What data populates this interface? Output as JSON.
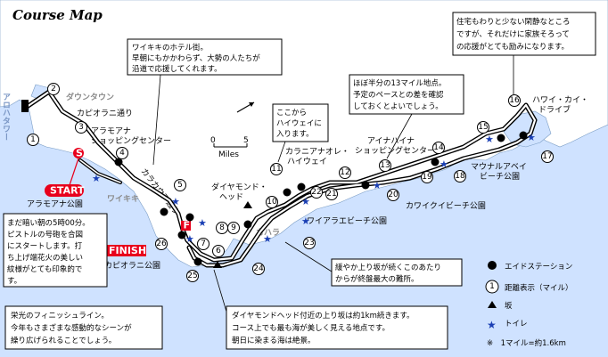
{
  "title": "Course Map",
  "scale": {
    "zero": "0",
    "five": "5",
    "unit": "Miles"
  },
  "places": {
    "aloha_tower": "アロハタワー",
    "downtown": "ダウンタウン",
    "kapiolani_st": "カピオラニ通り",
    "ala_moana_center": [
      "アラモアナ",
      "ショッピングセンター"
    ],
    "ala_moana_park": "アラモアナ公園",
    "waikiki": "ワイキキ",
    "kalakaua": "カラカウア通り",
    "kapiolani_park": "カピオラニ公園",
    "diamond_head": [
      "ダイヤモンド・",
      "ヘッド"
    ],
    "kahala": "カハラ",
    "wailae_park": "ワイアラエビーチ公園",
    "kalanianaole": [
      "カラニアナオレ・",
      "ハイウェイ"
    ],
    "aina_haina": [
      "アイナハイナ",
      "ショッピングセンター"
    ],
    "kawaikui": "カワイクイビーチ公園",
    "maunalua": [
      "マウナルアベイ",
      "ビーチ公園"
    ],
    "hawaii_kai": [
      "ハワイ・カイ・",
      "ドライブ"
    ]
  },
  "markers": {
    "start": "START",
    "finish": "FINISH",
    "s": "S",
    "f": "F"
  },
  "mile_markers": [
    "1",
    "2",
    "3",
    "4",
    "5",
    "6",
    "7",
    "8",
    "9",
    "10",
    "11",
    "12",
    "13",
    "14",
    "15",
    "16",
    "17",
    "18",
    "19",
    "20",
    "21",
    "22",
    "23",
    "24",
    "25",
    "26"
  ],
  "notes": {
    "hotel": [
      "ワイキキのホテル街。",
      "早朝にもかかわらず、大勢の人たちが",
      "沿道で応援してくれます。"
    ],
    "highway": [
      "ここから",
      "ハイウェイに",
      "入ります。"
    ],
    "halfway": [
      "ほぼ半分の13マイル地点。",
      "予定のペースとの差を確認",
      "しておくとよいでしょう。"
    ],
    "residential": [
      "住宅もわりと少ない閑静なところ",
      "ですが、それだけに家族そろって",
      "の応援がとても励みになります。"
    ],
    "start": [
      "まだ暗い朝の5時00分。",
      "ピストルの号砲を合図",
      "にスタートします。打",
      "ち上げ端花火の美しい",
      "紋様がとても印象的で",
      "す。"
    ],
    "slope": [
      "緩やか上り坂が続くこのあたり",
      "からが終盤最大の難所。"
    ],
    "finish": [
      "栄光のフィニッシュライン。",
      "今年もさまざまな感動的なシーンが",
      "繰り広げられることでしょう。"
    ],
    "diamond": [
      "ダイヤモンドヘッド付近の上り坂は約1km続きます。",
      "コース上でも最も海が美しく見える地点です。",
      "朝日に染まる海は絶景。"
    ]
  },
  "legend": {
    "aid": "エイドステーション",
    "distance_sym": "1",
    "distance": "距離表示（マイル）",
    "slope": "坂",
    "toilet": "トイレ",
    "note": "※　1マイル=約1.6km"
  },
  "colors": {
    "sea": "#cfe2ff",
    "land": "#ffffff",
    "route": "#000000",
    "accent": "#e8001c"
  }
}
